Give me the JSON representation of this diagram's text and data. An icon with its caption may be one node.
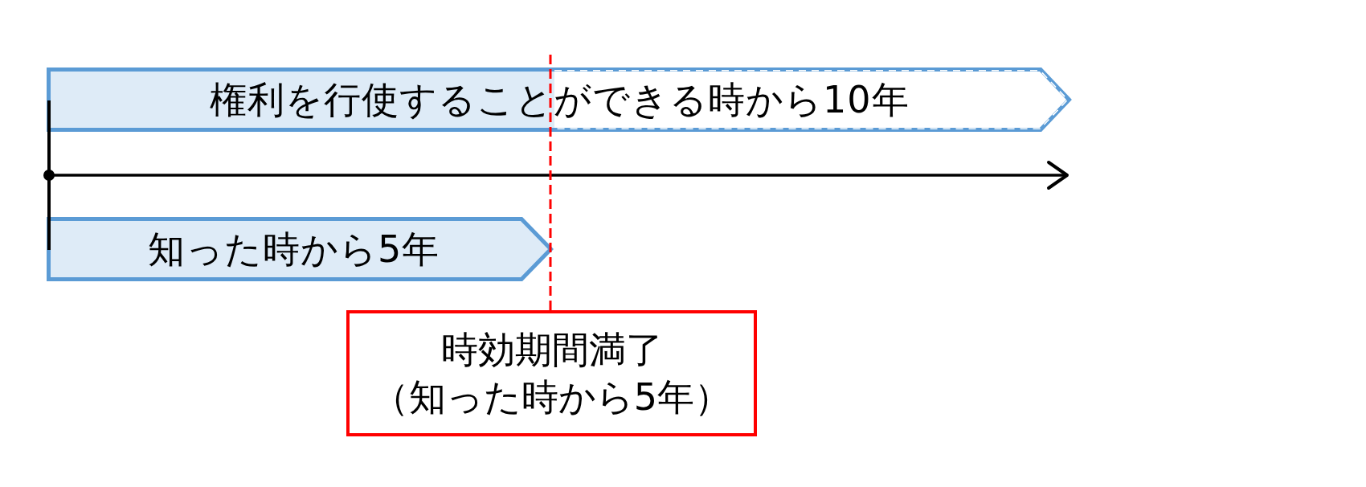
{
  "diagram": {
    "nodes": [
      {
        "text": [
          "権利を行使することができる時から10年"
        ]
      },
      {
        "text": [
          "知った時から5年"
        ]
      },
      {
        "text": [
          "時効期間満了",
          "（知った時から5年）"
        ]
      }
    ],
    "edges": [
      {
        "from": 0,
        "to": 1,
        "arrow": "none"
      },
      {
        "from": 2,
        "to": null,
        "arrow": "none",
        "style": "dashed",
        "color": "#ff0000"
      }
    ]
  }
}
